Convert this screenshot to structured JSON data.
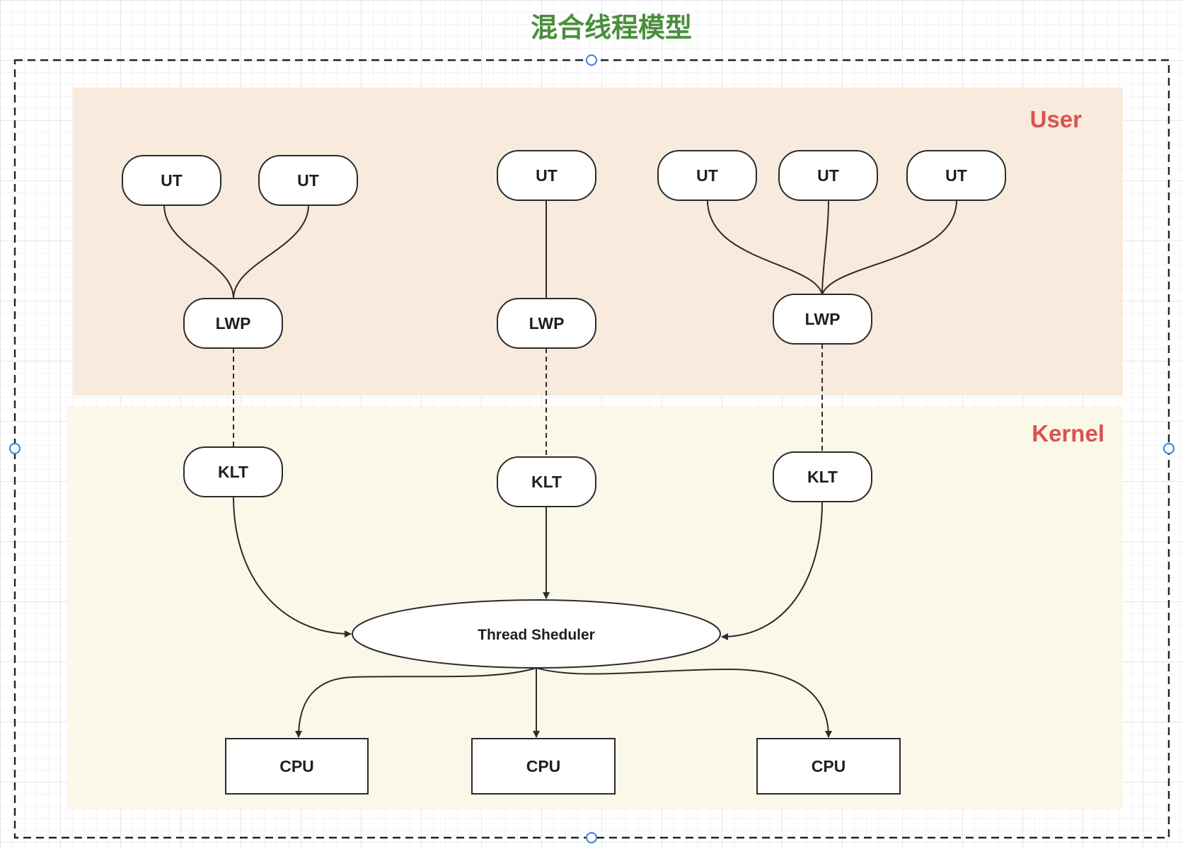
{
  "diagram": {
    "title": "混合线程模型",
    "colors": {
      "title": "#4a8f3c",
      "region_label": "#d9534f",
      "user_fill": "#f8eadc",
      "kernel_fill": "#fbf7e9",
      "stroke": "#2b2b2b",
      "node_fill": "#ffffff",
      "frame": "#222222",
      "handle": "#3a7be0"
    },
    "regions": [
      {
        "id": "user",
        "label": "User"
      },
      {
        "id": "kernel",
        "label": "Kernel"
      }
    ],
    "nodes": [
      {
        "id": "ut1",
        "label": "UT",
        "shape": "rounded"
      },
      {
        "id": "ut2",
        "label": "UT",
        "shape": "rounded"
      },
      {
        "id": "ut3",
        "label": "UT",
        "shape": "rounded"
      },
      {
        "id": "ut4",
        "label": "UT",
        "shape": "rounded"
      },
      {
        "id": "ut5",
        "label": "UT",
        "shape": "rounded"
      },
      {
        "id": "ut6",
        "label": "UT",
        "shape": "rounded"
      },
      {
        "id": "lwp1",
        "label": "LWP",
        "shape": "rounded"
      },
      {
        "id": "lwp2",
        "label": "LWP",
        "shape": "rounded"
      },
      {
        "id": "lwp3",
        "label": "LWP",
        "shape": "rounded"
      },
      {
        "id": "klt1",
        "label": "KLT",
        "shape": "rounded"
      },
      {
        "id": "klt2",
        "label": "KLT",
        "shape": "rounded"
      },
      {
        "id": "klt3",
        "label": "KLT",
        "shape": "rounded"
      },
      {
        "id": "sched",
        "label": "Thread Sheduler",
        "shape": "ellipse"
      },
      {
        "id": "cpu1",
        "label": "CPU",
        "shape": "rect"
      },
      {
        "id": "cpu2",
        "label": "CPU",
        "shape": "rect"
      },
      {
        "id": "cpu3",
        "label": "CPU",
        "shape": "rect"
      }
    ],
    "edges": [
      {
        "from": "ut1",
        "to": "lwp1",
        "style": "solid",
        "arrow": false
      },
      {
        "from": "ut2",
        "to": "lwp1",
        "style": "solid",
        "arrow": false
      },
      {
        "from": "ut3",
        "to": "lwp2",
        "style": "solid",
        "arrow": false
      },
      {
        "from": "ut4",
        "to": "lwp3",
        "style": "solid",
        "arrow": false
      },
      {
        "from": "ut5",
        "to": "lwp3",
        "style": "solid",
        "arrow": false
      },
      {
        "from": "ut6",
        "to": "lwp3",
        "style": "solid",
        "arrow": false
      },
      {
        "from": "lwp1",
        "to": "klt1",
        "style": "dashed",
        "arrow": false
      },
      {
        "from": "lwp2",
        "to": "klt2",
        "style": "dashed",
        "arrow": false
      },
      {
        "from": "lwp3",
        "to": "klt3",
        "style": "dashed",
        "arrow": false
      },
      {
        "from": "klt1",
        "to": "sched",
        "style": "solid",
        "arrow": true
      },
      {
        "from": "klt2",
        "to": "sched",
        "style": "solid",
        "arrow": true
      },
      {
        "from": "klt3",
        "to": "sched",
        "style": "solid",
        "arrow": true
      },
      {
        "from": "sched",
        "to": "cpu1",
        "style": "solid",
        "arrow": true
      },
      {
        "from": "sched",
        "to": "cpu2",
        "style": "solid",
        "arrow": true
      },
      {
        "from": "sched",
        "to": "cpu3",
        "style": "solid",
        "arrow": true
      }
    ]
  }
}
